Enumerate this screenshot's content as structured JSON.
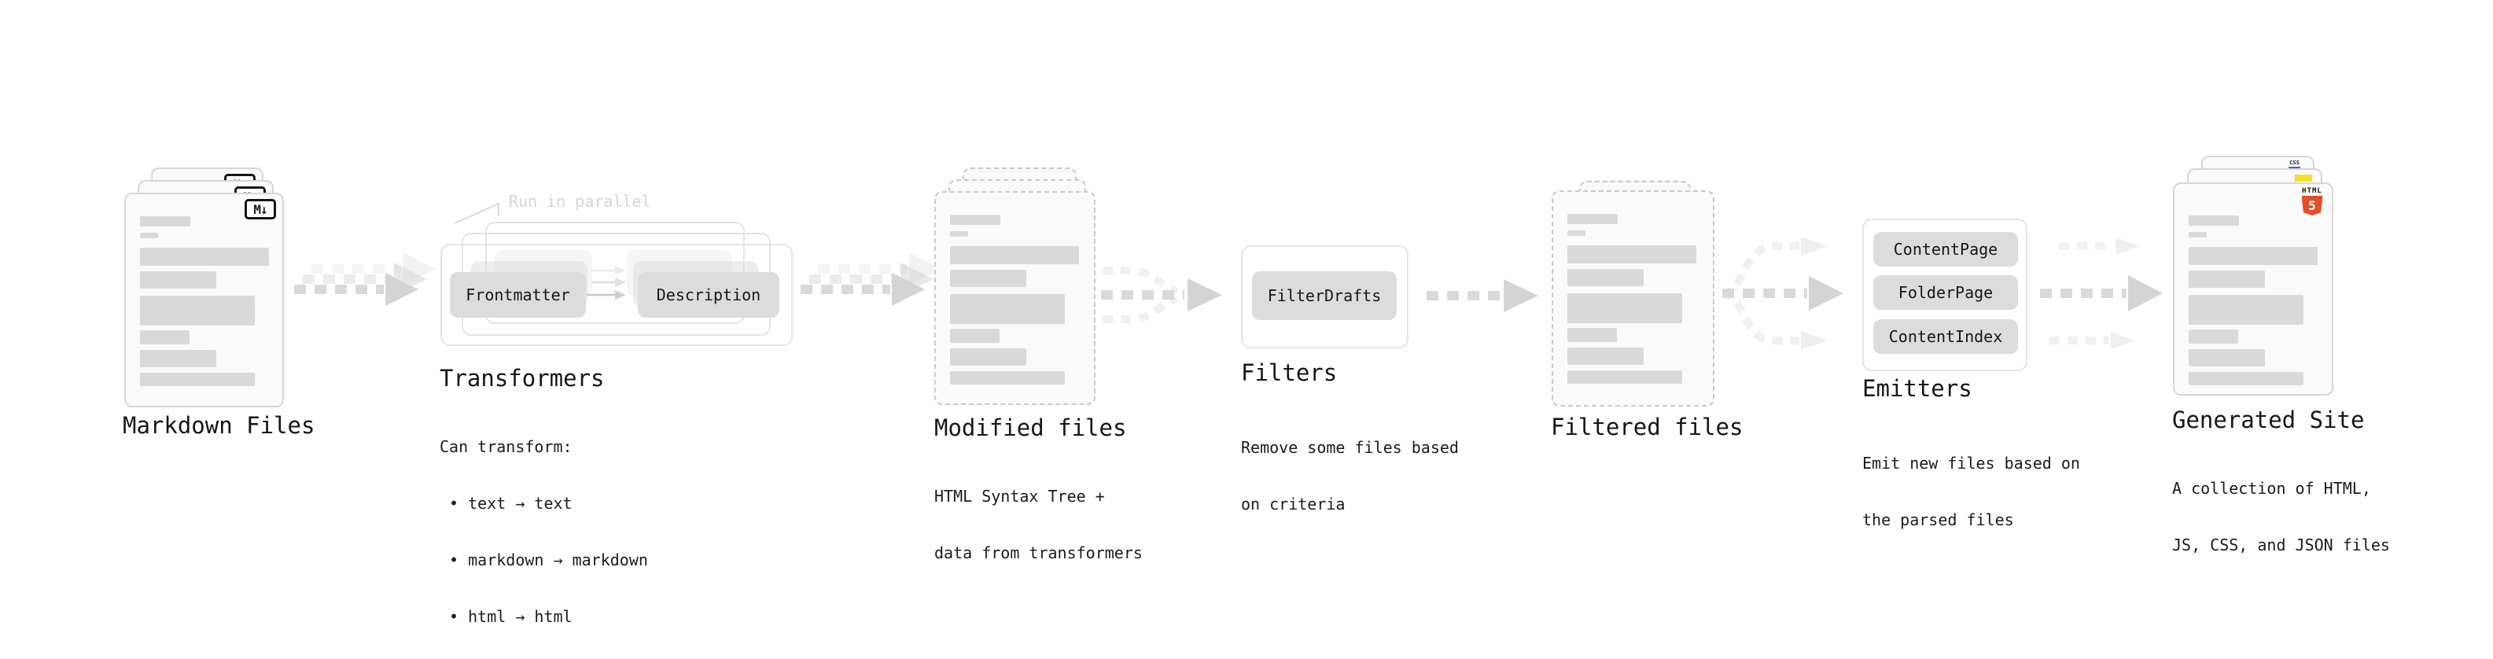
{
  "nodes": {
    "markdown_files": {
      "label": "Markdown Files",
      "badge": "M↓"
    },
    "transformers": {
      "label": "Transformers",
      "callout": "Run in parallel",
      "buttons": [
        "Frontmatter",
        "Description"
      ],
      "description": [
        "Can transform:",
        " • text → text",
        " • markdown → markdown",
        " • html → html"
      ]
    },
    "modified_files": {
      "label": "Modified files",
      "description": [
        "HTML Syntax Tree +",
        "data from transformers"
      ]
    },
    "filters": {
      "label": "Filters",
      "buttons": [
        "FilterDrafts"
      ],
      "description": [
        "Remove some files based",
        "on criteria"
      ]
    },
    "filtered_files": {
      "label": "Filtered files"
    },
    "emitters": {
      "label": "Emitters",
      "buttons": [
        "ContentPage",
        "FolderPage",
        "ContentIndex"
      ],
      "description": [
        "Emit new files based on",
        "the parsed files"
      ]
    },
    "generated_site": {
      "label": "Generated Site",
      "css_badge": "CSS",
      "html_badge_word": "HTML",
      "html_badge_number": "5",
      "description": [
        "A collection of HTML,",
        "JS, CSS, and JSON files"
      ]
    }
  },
  "colors": {
    "background": "#ffffff",
    "page_fill": "#fafafa",
    "page_border": "#d6d6d6",
    "dashed_border": "#c9c9c9",
    "skeleton_bar": "#d9d9d9",
    "chip_fill": "#dcdcdc",
    "frame_border": "#e4e4e4",
    "arrow_dash": "#d9d9d9",
    "arrow_head": "#d4d4d4",
    "callout_text": "#d4d4d4",
    "text": "#161616",
    "html5_orange": "#e44d26",
    "js_yellow": "#f7df1e",
    "css_blue": "#2965f1"
  }
}
